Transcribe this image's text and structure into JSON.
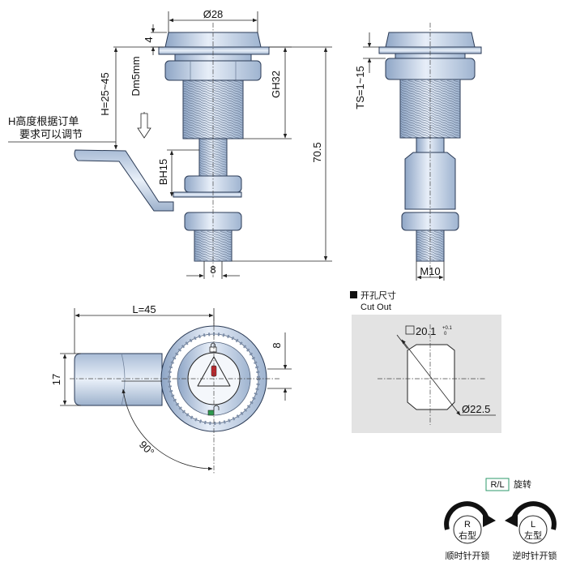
{
  "dimensions": {
    "d28": "Ø28",
    "d4": "4",
    "h_range": "H=25~45",
    "dm5": "Dm5mm",
    "gh32": "GH32",
    "bh15": "BH15",
    "len705": "70.5",
    "w8": "8",
    "ts": "TS=1~15",
    "m10": "M10",
    "l45": "L=45",
    "w17": "17",
    "d8": "8",
    "angle90": "90°"
  },
  "notes": {
    "h_note_line1": "H高度根据订单",
    "h_note_line2": "要求可以调节"
  },
  "cutout": {
    "title_cn": "开孔尺寸",
    "title_en": "Cut Out",
    "square": "20.1",
    "tol_upper": "+0.1",
    "tol_lower": "0",
    "diameter": "Ø22.5"
  },
  "rotation": {
    "rl_badge": "R/L",
    "rl_text": "旋转",
    "right_letter": "R",
    "right_type": "右型",
    "right_caption": "顺时针开锁",
    "left_letter": "L",
    "left_type": "左型",
    "left_caption": "逆时针开锁"
  },
  "colors": {
    "part_fill": "#c9d9ee",
    "part_dark": "#8fa6c6",
    "cutout_bg": "#e3e3e3",
    "badge_border": "#2e9a6b",
    "red_mark": "#c0282d",
    "green_mark": "#2e9a4e"
  }
}
